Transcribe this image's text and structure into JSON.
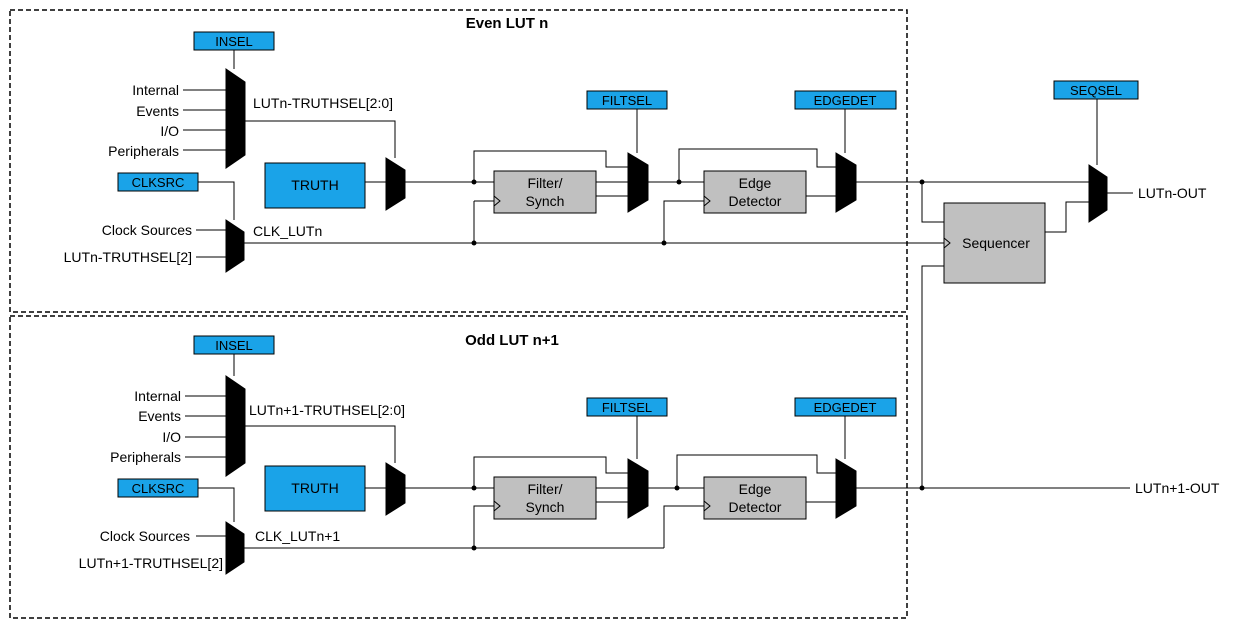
{
  "colors": {
    "register": "#1aa3e8",
    "block": "#c0c0c0",
    "line": "#000000"
  },
  "even": {
    "title": "Even LUT n",
    "insel": "INSEL",
    "inputs": [
      "Internal",
      "Events",
      "I/O",
      "Peripherals"
    ],
    "truthsel_bus": "LUTn-TRUTHSEL[2:0]",
    "truth": "TRUTH",
    "clksrc": "CLKSRC",
    "clock_sources": "Clock Sources",
    "truthsel_bit": "LUTn-TRUTHSEL[2]",
    "clk_label": "CLK_LUTn",
    "filtsel": "FILTSEL",
    "filter_l1": "Filter/",
    "filter_l2": "Synch",
    "edgedet": "EDGEDET",
    "edge_l1": "Edge",
    "edge_l2": "Detector"
  },
  "odd": {
    "title": "Odd LUT n+1",
    "insel": "INSEL",
    "inputs": [
      "Internal",
      "Events",
      "I/O",
      "Peripherals"
    ],
    "truthsel_bus": "LUTn+1-TRUTHSEL[2:0]",
    "truth": "TRUTH",
    "clksrc": "CLKSRC",
    "clock_sources": "Clock Sources",
    "truthsel_bit": "LUTn+1-TRUTHSEL[2]",
    "clk_label": "CLK_LUTn+1",
    "filtsel": "FILTSEL",
    "filter_l1": "Filter/",
    "filter_l2": "Synch",
    "edgedet": "EDGEDET",
    "edge_l1": "Edge",
    "edge_l2": "Detector"
  },
  "sequencer": "Sequencer",
  "seqsel": "SEQSEL",
  "out_n": "LUTn-OUT",
  "out_n1": "LUTn+1-OUT"
}
